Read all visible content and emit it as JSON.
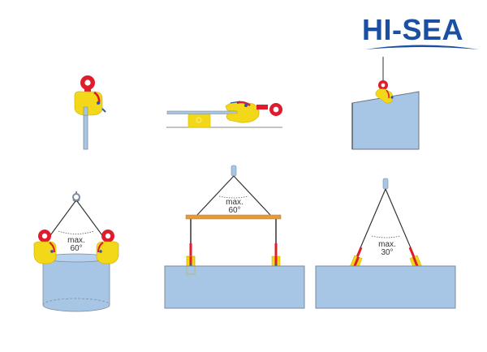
{
  "brand": {
    "logo_text": "HI-SEA",
    "color": "#1a4fa3"
  },
  "colors": {
    "clamp_body": "#f3d81a",
    "clamp_eye": "#e01b2c",
    "clamp_accent": "#2a56b0",
    "plate_fill": "#a7c6e6",
    "plate_edge": "#7d8a99",
    "sling": "#3a3a3a",
    "spreader_beam": "#e59a35"
  },
  "panels": [
    {
      "id": "vertical-lift",
      "caption": ""
    },
    {
      "id": "horizontal-insert",
      "caption": ""
    },
    {
      "id": "plate-edge-lift",
      "caption": ""
    },
    {
      "id": "drum-lift",
      "angle_label_line1": "max.",
      "angle_label_line2": "60°"
    },
    {
      "id": "spreader-beam-lift",
      "angle_label_line1": "max.",
      "angle_label_line2": "60°"
    },
    {
      "id": "two-leg-sling-lift",
      "angle_label_line1": "max.",
      "angle_label_line2": "30°"
    }
  ]
}
